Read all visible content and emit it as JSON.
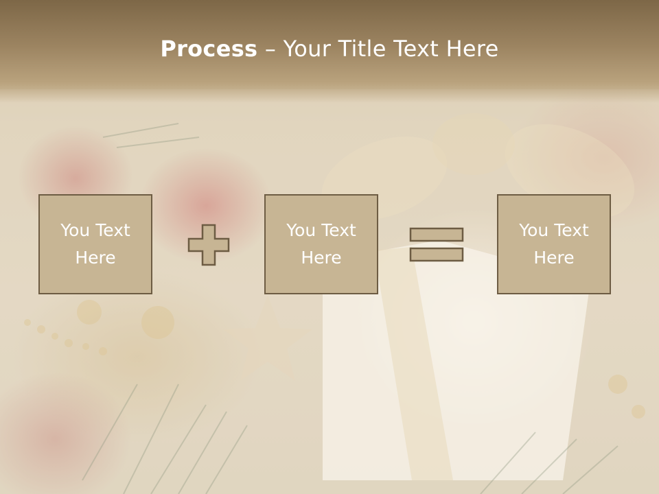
{
  "slide": {
    "title_bold": "Process",
    "title_rest": " – Your Title Text Here"
  },
  "process": {
    "box1_text": "You Text\nHere",
    "box2_text": "You Text\nHere",
    "box3_text": "You Text\nHere",
    "operator1_icon": "plus-icon",
    "operator2_icon": "equals-icon"
  },
  "colors": {
    "box_fill": "#c7b594",
    "box_border": "#6d5c43",
    "header_band": "#9c8461",
    "text": "#ffffff"
  }
}
